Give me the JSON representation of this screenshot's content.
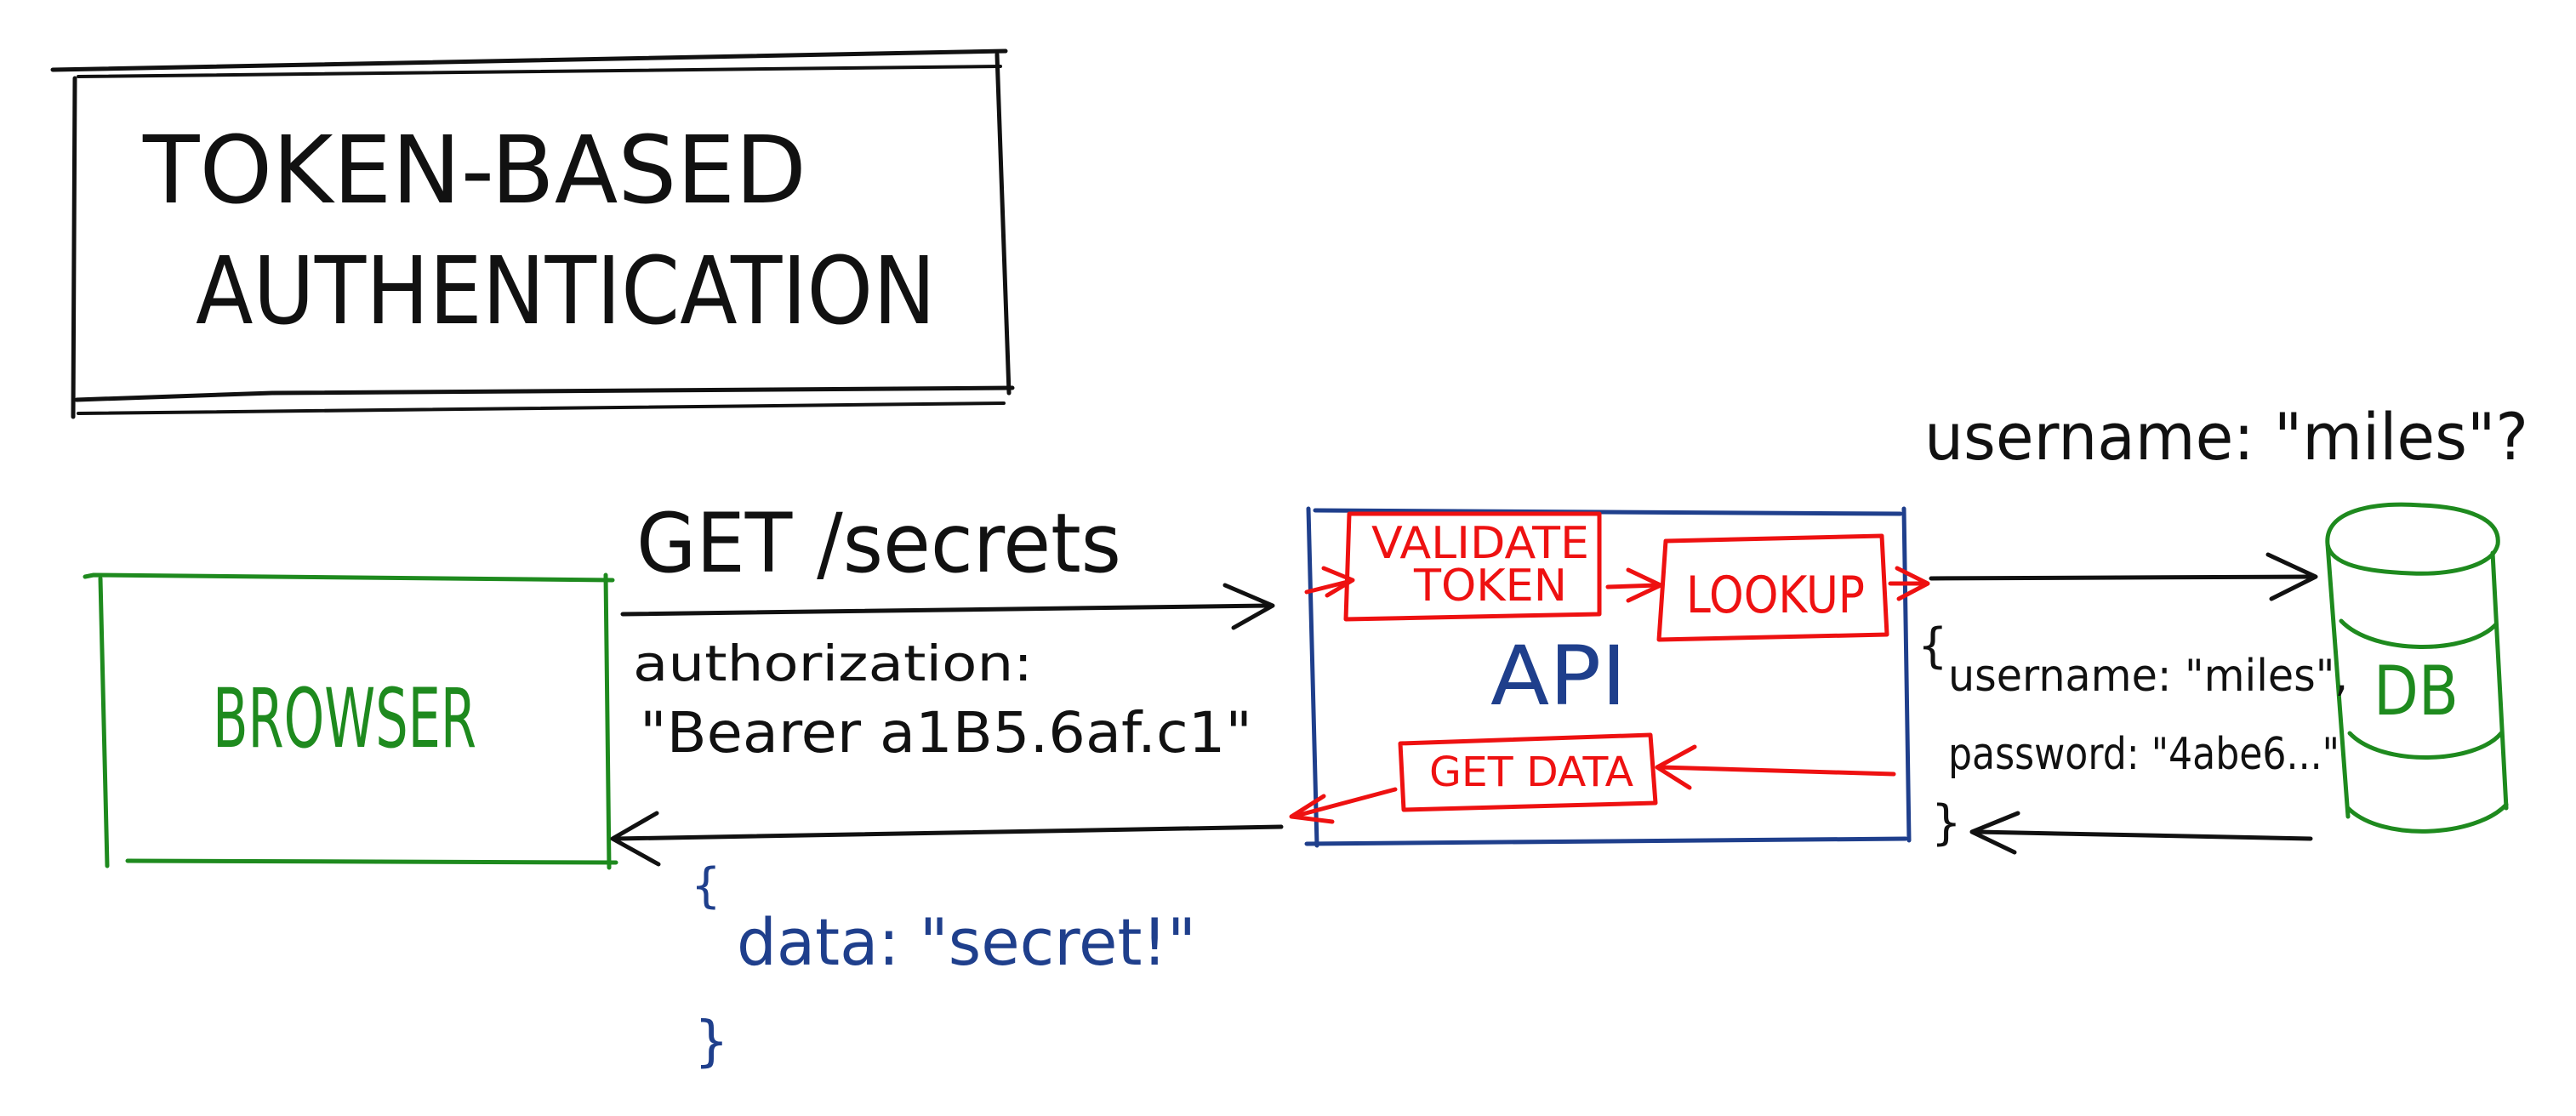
{
  "title": {
    "line1": "TOKEN-BASED",
    "line2": "AUTHENTICATION"
  },
  "browser": {
    "label": "BROWSER"
  },
  "request": {
    "label": "GET /secrets",
    "header_name": "authorization:",
    "header_value": "\"Bearer a1B5.6af.c1\""
  },
  "api": {
    "label": "API",
    "steps": {
      "validate_line1": "VALIDATE",
      "validate_line2": "TOKEN",
      "lookup": "LOOKUP",
      "get_data": "GET DATA"
    }
  },
  "db_query": {
    "label": "username: \"miles\"?"
  },
  "db": {
    "label": "DB"
  },
  "db_result": {
    "open_brace": "{",
    "line1": "username: \"miles\",",
    "line2": "password: \"4abe6...\"",
    "close_brace": "}"
  },
  "response": {
    "open_brace": "{",
    "body": "data: \"secret!\"",
    "close_brace": "}"
  },
  "colors": {
    "ink": "#111111",
    "browser_green": "#1e8a1e",
    "api_blue": "#1f3f8c",
    "api_red": "#ee1111",
    "response_blue": "#1f3f8c"
  }
}
